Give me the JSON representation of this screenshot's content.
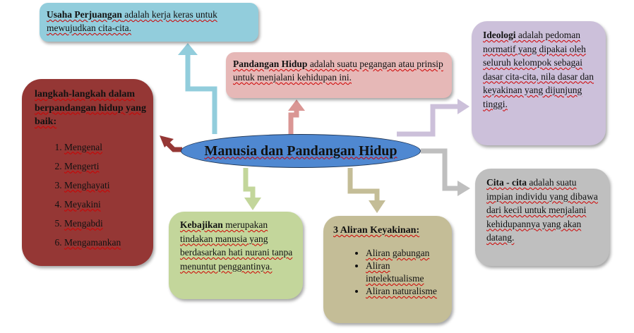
{
  "central": {
    "title": "Manusia dan Pandangan Hidup",
    "color": "#4f88d1"
  },
  "nodes": {
    "usaha": {
      "color": "#92cddc",
      "term": "Usaha Perjuangan",
      "definition": " adalah kerja keras untuk mewujudkan cita-cita."
    },
    "pandangan": {
      "color": "#e6b8b7",
      "term": "Pandangan Hidup",
      "definition": " adalah suatu pegangan atau prinsip  untuk menjalani  kehidupan ini."
    },
    "ideologi": {
      "color": "#ccc0da",
      "term": "Ideologi",
      "definition": " adalah pedoman normatif yang dipakai oleh seluruh kelompok sebagai dasar cita-cita, nila dasar dan keyakinan yang dijunjung tinggi."
    },
    "langkah": {
      "color": "#953735",
      "heading": "langkah-langkah dalam berpandangan hidup yang baik:",
      "items": [
        "Mengenal",
        "Mengerti",
        "Menghayati",
        "Meyakini",
        "Mengabdi",
        "Mengamankan"
      ]
    },
    "cita": {
      "color": "#bfbfbf",
      "term": "Cita - cita",
      "definition": " adalah suatu impian individu yang dibawa dari kecil untuk menjalani  kehidupannya yang akan  datang."
    },
    "kebajikan": {
      "color": "#c3d69b",
      "term": "Kebajikan",
      "definition": " merupakan tindakan manusia  yang berdasarkan hati nurani tanpa menuntut penggantinya."
    },
    "aliran": {
      "color": "#c4bd97",
      "heading": "3 Aliran Keyakinan:",
      "items": [
        "Aliran gabungan",
        "Aliran intelektualisme",
        "Aliran naturalisme"
      ]
    }
  }
}
